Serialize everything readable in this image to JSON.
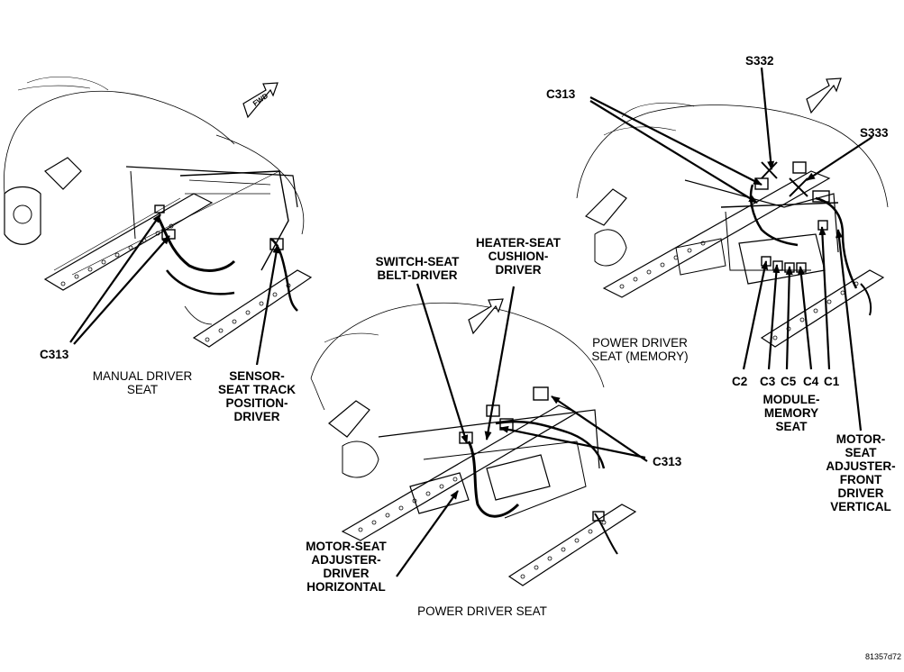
{
  "captions": {
    "manual_driver_seat": [
      "MANUAL DRIVER",
      "SEAT"
    ],
    "power_driver_seat": "POWER DRIVER SEAT",
    "power_driver_seat_memory": [
      "POWER DRIVER",
      "SEAT (MEMORY)"
    ]
  },
  "fwd": "FWD",
  "labels": {
    "c313_left": "C313",
    "c313_bottom": "C313",
    "c313_right": "C313",
    "s332": "S332",
    "s333": "S333",
    "sensor_seat_track": [
      "SENSOR-",
      "SEAT TRACK",
      "POSITION-",
      "DRIVER"
    ],
    "switch_seat_belt": [
      "SWITCH-SEAT",
      "BELT-DRIVER"
    ],
    "heater_seat_cushion": [
      "HEATER-SEAT",
      "CUSHION-",
      "DRIVER"
    ],
    "motor_seat_horizontal": [
      "MOTOR-SEAT",
      "ADJUSTER-",
      "DRIVER",
      "HORIZONTAL"
    ],
    "c2": "C2",
    "c3": "C3",
    "c5": "C5",
    "c4": "C4",
    "c1": "C1",
    "module_memory_seat": [
      "MODULE-",
      "MEMORY",
      "SEAT"
    ],
    "motor_seat_front_vertical": [
      "MOTOR-",
      "SEAT",
      "ADJUSTER-",
      "FRONT",
      "DRIVER",
      "VERTICAL"
    ]
  },
  "figure_id": "81357d72"
}
